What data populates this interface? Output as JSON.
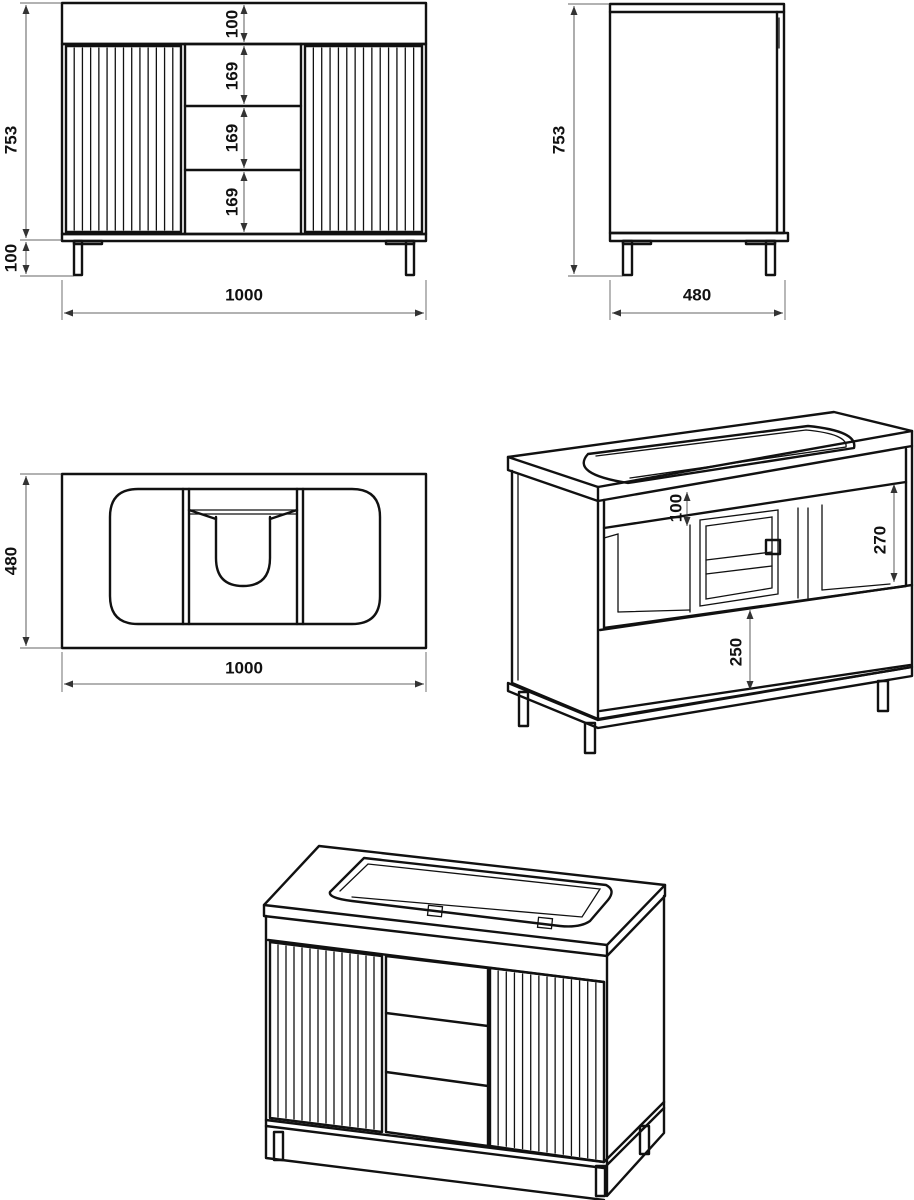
{
  "front_view": {
    "width_label": "1000",
    "height_label": "753",
    "leg_height_label": "100",
    "top_panel_label": "100",
    "drawer_labels": [
      "169",
      "169",
      "169"
    ]
  },
  "side_view": {
    "depth_label": "480",
    "height_label": "753"
  },
  "top_view": {
    "width_label": "1000",
    "depth_label": "480"
  },
  "open_perspective": {
    "top_panel_label": "100",
    "shelf_height_label": "270",
    "bottom_height_label": "250"
  },
  "colors": {
    "line": "#111111",
    "dimension": "#333333",
    "background": "#ffffff"
  }
}
